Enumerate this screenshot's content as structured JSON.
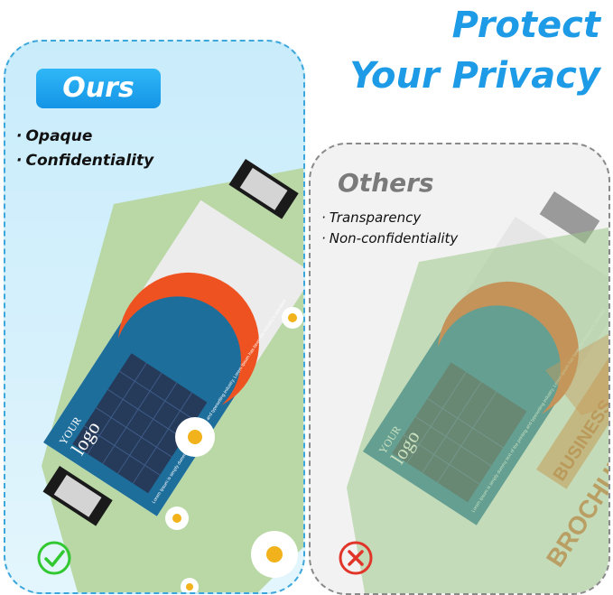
{
  "headline": {
    "line1": "Protect",
    "line2": "Your Privacy"
  },
  "ours": {
    "badge": "Ours",
    "bullets": [
      "Opaque",
      "Confidentiality"
    ]
  },
  "others": {
    "title": "Others",
    "bullets": [
      "Transparency",
      "Non-confidentiality"
    ]
  },
  "brochure": {
    "logo_word1": "YOUR",
    "logo_word2": "logo",
    "body_text": "Lorem Ipsum is simply dummy text of the printing and typesetting industry. Lorem Ipsum has been the industry's standard",
    "back_text1": "BUSINESS",
    "back_text2": "BROCHURE"
  },
  "colors": {
    "accent": "#1e9be6",
    "ours_border": "#3ba7dc",
    "others_border": "#8a8a8a",
    "brochure_orange": "#ef5221",
    "brochure_blue": "#1e6e9c",
    "envelope_green": "#b9d8a6",
    "check_green": "#32c832",
    "cross_red": "#e2352a"
  },
  "icons": {
    "ours_status": "check-circle-icon",
    "others_status": "x-circle-icon"
  }
}
